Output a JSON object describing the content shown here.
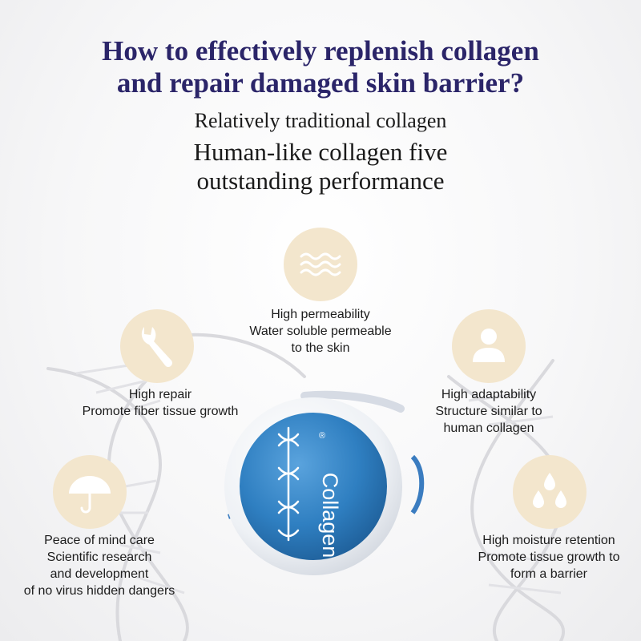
{
  "headline": {
    "line1": "How to effectively replenish collagen",
    "line2": "and repair damaged skin barrier?"
  },
  "subtitle": {
    "line1": "Relatively traditional collagen",
    "line2": "Human-like collagen five",
    "line3": "outstanding performance"
  },
  "features": {
    "permeability": {
      "icon": "waves-icon",
      "title": "High permeability",
      "lines": [
        "Water soluble permeable",
        "to the skin"
      ]
    },
    "repair": {
      "icon": "wrench-icon",
      "title": "High repair",
      "lines": [
        "Promote fiber tissue growth"
      ]
    },
    "adaptability": {
      "icon": "person-icon",
      "title": "High adaptability",
      "lines": [
        "Structure similar to",
        "human collagen"
      ]
    },
    "peace": {
      "icon": "umbrella-icon",
      "title": "Peace of mind care",
      "lines": [
        "Scientific research",
        "and development",
        "of no virus hidden dangers"
      ]
    },
    "moisture": {
      "icon": "droplets-icon",
      "title": "High moisture retention",
      "lines": [
        "Promote tissue growth to",
        "form a barrier"
      ]
    }
  },
  "product": {
    "brand_text": "Collagen",
    "registered_mark": "®"
  },
  "colors": {
    "headline": "#2b2569",
    "badge": "#f3e6cd",
    "ball_blue": "#2f7fc1",
    "text": "#1c1c1c"
  }
}
